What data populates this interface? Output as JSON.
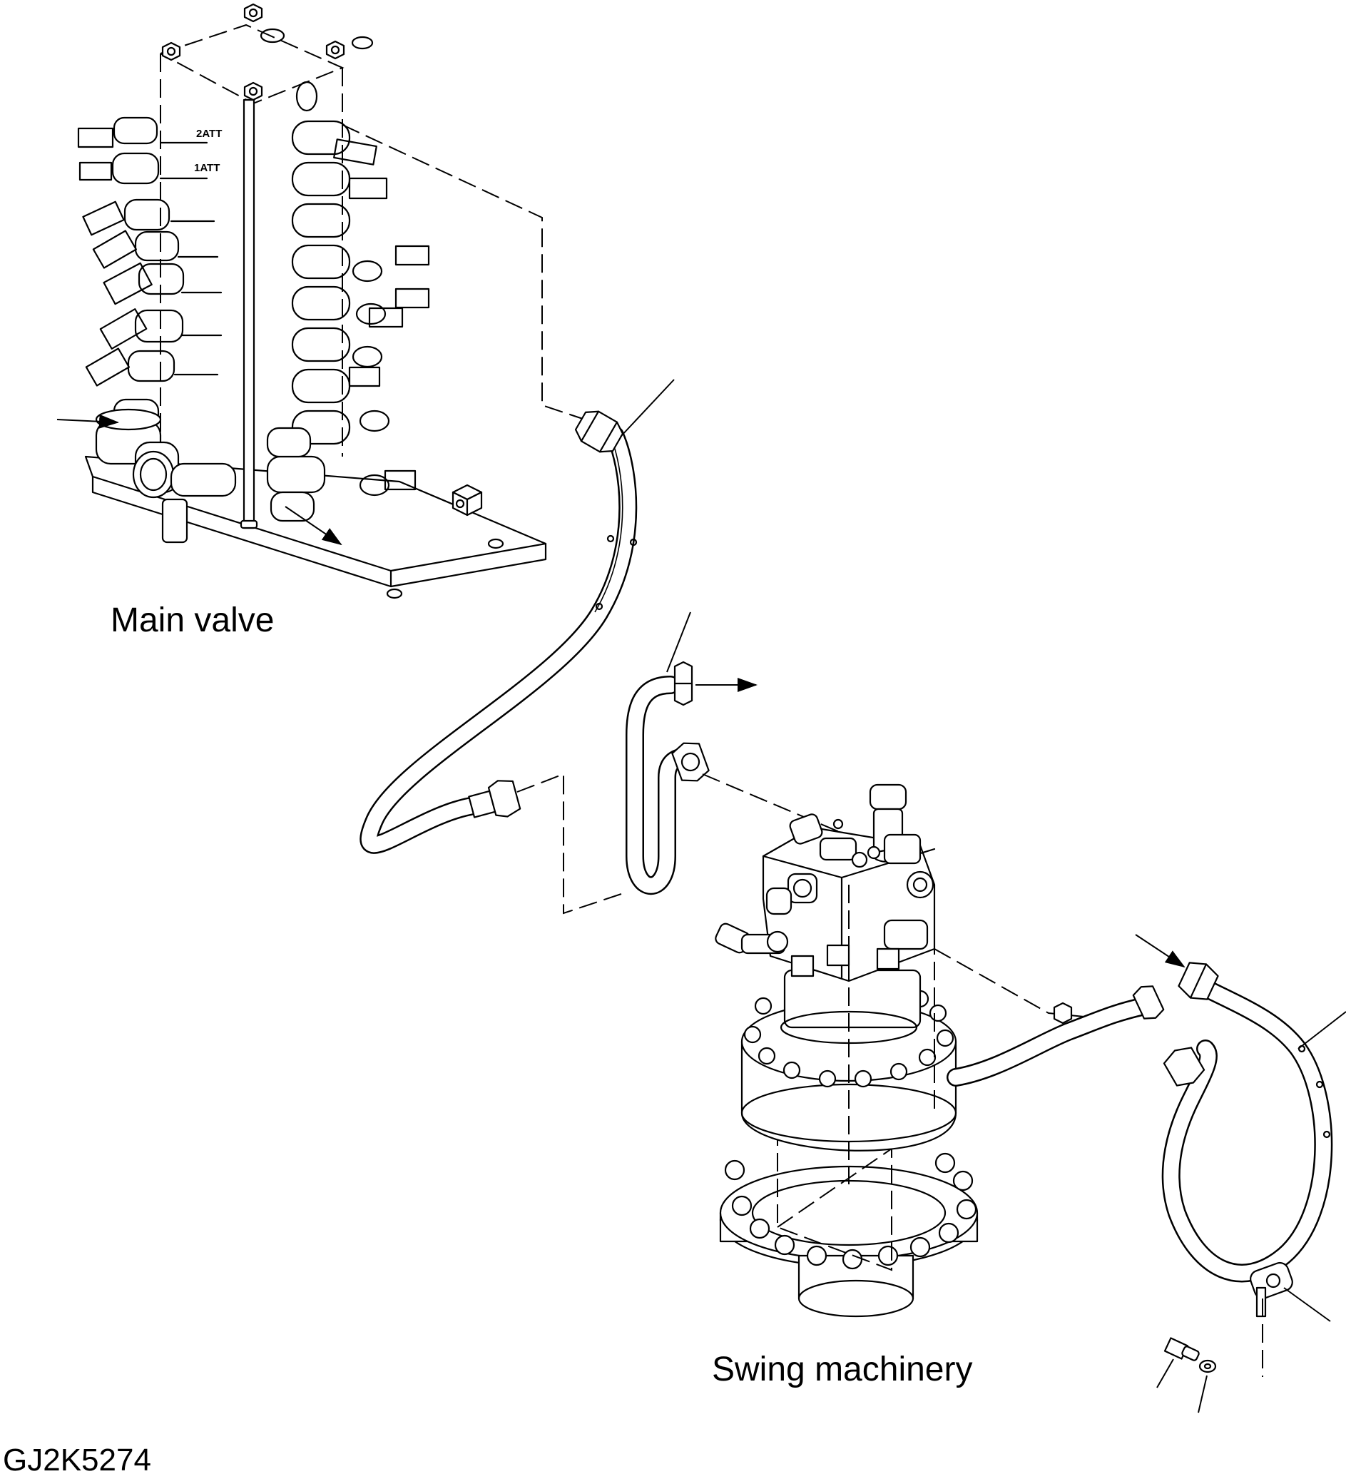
{
  "diagram": {
    "labels": {
      "main_valve": "Main valve",
      "swing_machinery": "Swing machinery",
      "figure_code": "GJ2K5274"
    },
    "valve_spool_marks": [
      "2ATT",
      "1ATT"
    ]
  },
  "colors": {
    "line": "#000000",
    "background": "#ffffff"
  }
}
